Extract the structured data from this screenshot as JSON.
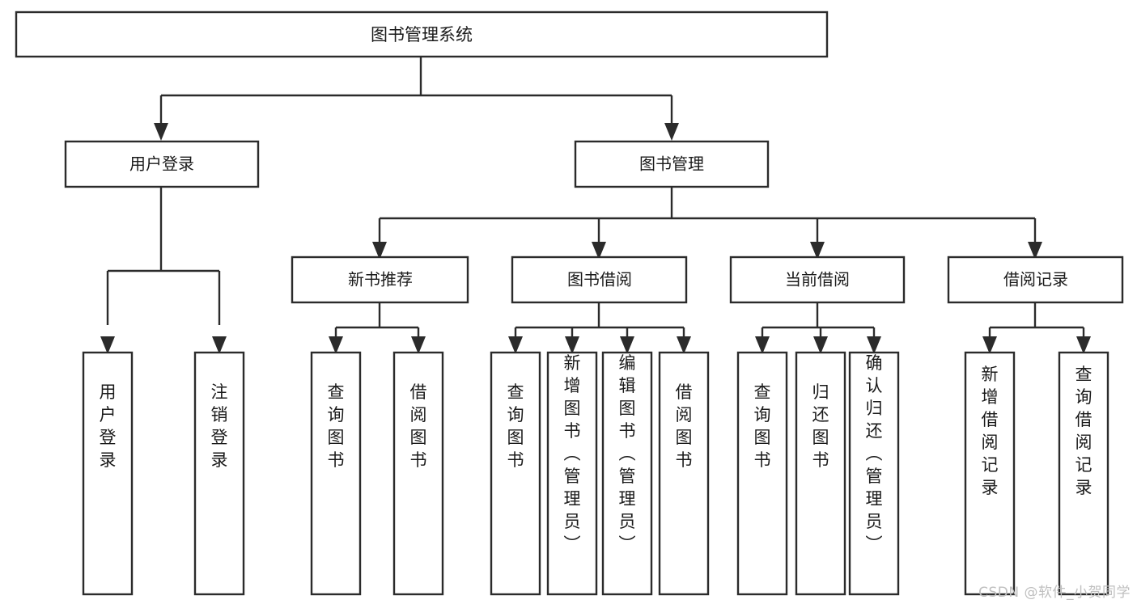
{
  "diagram": {
    "title": "图书管理系统",
    "type": "hierarchy-tree",
    "orientation": "top-down",
    "theme": {
      "box_fill": "#ffffff",
      "box_stroke": "#2b2b2b",
      "text_color": "#1a1a1a",
      "background": "#ffffff",
      "watermark_color": "#bfbfbf"
    },
    "levels": {
      "root": {
        "label": "图书管理系统"
      },
      "level2": [
        {
          "label": "用户登录"
        },
        {
          "label": "图书管理"
        }
      ],
      "level3": [
        {
          "label": "新书推荐"
        },
        {
          "label": "图书借阅"
        },
        {
          "label": "当前借阅"
        },
        {
          "label": "借阅记录"
        }
      ],
      "leaves": {
        "user_login": [
          {
            "label": "用户登录"
          },
          {
            "label": "注销登录"
          }
        ],
        "new_book_recommend": [
          {
            "label": "查询图书"
          },
          {
            "label": "借阅图书"
          }
        ],
        "book_borrow": [
          {
            "label": "查询图书"
          },
          {
            "label": "新增图书（管理员）"
          },
          {
            "label": "编辑图书（管理员）"
          },
          {
            "label": "借阅图书"
          }
        ],
        "current_borrow": [
          {
            "label": "查询图书"
          },
          {
            "label": "归还图书"
          },
          {
            "label": "确认归还（管理员）"
          }
        ],
        "borrow_record": [
          {
            "label": "新增借阅记录"
          },
          {
            "label": "查询借阅记录"
          }
        ]
      }
    }
  },
  "watermark": {
    "text": "CSDN @软件_小贺同学"
  }
}
